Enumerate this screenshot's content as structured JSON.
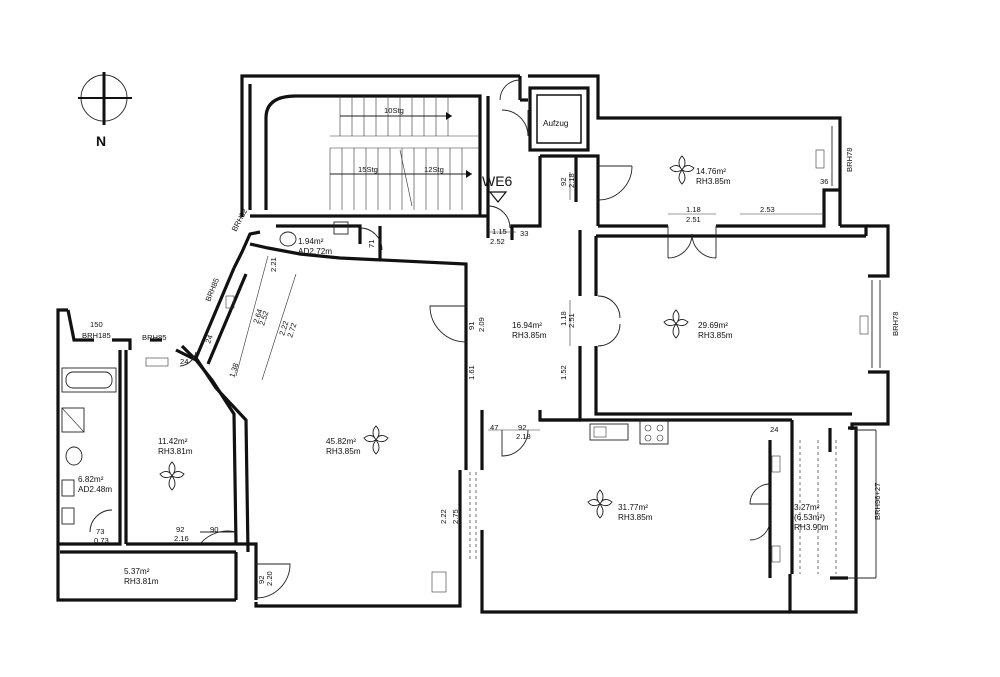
{
  "unit_label": "WE6",
  "north_label": "N",
  "elevator_label": "Aufzug",
  "stairs": {
    "upper": "10Stg",
    "lower_left": "15Stg",
    "lower_right": "12Stg"
  },
  "rooms": {
    "wc": {
      "area": "1.94m²",
      "height": "AD2.72m"
    },
    "room_1476": {
      "area": "14.76m²",
      "height": "RH3.85m"
    },
    "hall": {
      "area": "16.94m²",
      "height": "RH3.85m"
    },
    "room_2969": {
      "area": "29.69m²",
      "height": "RH3.85m"
    },
    "room_4582": {
      "area": "45.82m²",
      "height": "RH3.85m"
    },
    "room_1142": {
      "area": "11.42m²",
      "height": "RH3.81m"
    },
    "bath": {
      "area": "6.82m²",
      "height": "AD2.48m"
    },
    "room_537": {
      "area": "5.37m²",
      "height": "RH3.81m"
    },
    "kitchen": {
      "area": "31.77m²",
      "height": "RH3.85m"
    },
    "balcony": {
      "area": "3.27m²",
      "area_alt": "(6.53m²)",
      "height": "RH3.90m"
    }
  },
  "window_labels": {
    "brh82": "BRH82",
    "brh85_a": "BRH85",
    "brh85_b": "BRH85",
    "brh185": "BRH185",
    "brh78_a": "BRH78",
    "brh78_b": "BRH78",
    "brh96": "BRH96+27"
  },
  "dimensions": {
    "d_115": "1.15",
    "d_252a": "2.52",
    "d_33": "33",
    "d_92a": "92",
    "d_218a": "2.18",
    "d_118a": "1.18",
    "d_251a": "2.51",
    "d_253": "2.53",
    "d_91": "91",
    "d_209": "2.09",
    "d_118b": "1.18",
    "d_251b": "2.51",
    "d_161": "1.61",
    "d_152": "1.52",
    "d_47": "47",
    "d_92b": "92",
    "d_218b": "2.18",
    "d_24a": "24",
    "d_222": "2.22",
    "d_275": "2.75",
    "d_92c": "92",
    "d_216": "2.16",
    "d_90": "90",
    "d_73": "73",
    "d_073": "0.73",
    "d_92d": "92",
    "d_220": "2.20",
    "d_150": "150",
    "d_222b": "2.22",
    "d_252b": "2.52",
    "d_264": "2.64",
    "d_272": "2.72",
    "d_71": "71",
    "d_24b": "24",
    "d_24c": "24",
    "d_221": "2.21",
    "d_36": "36",
    "d_138": "1.38"
  }
}
